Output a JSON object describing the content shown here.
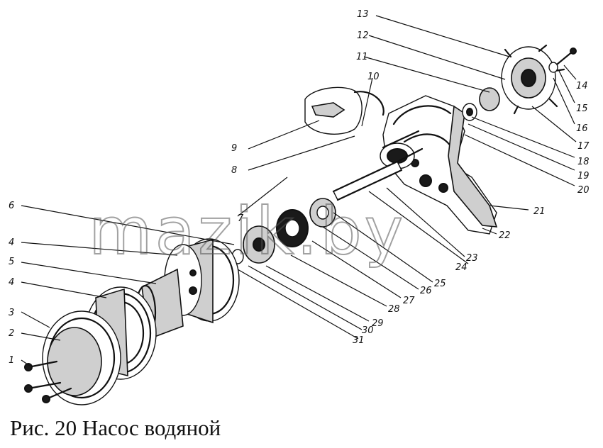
{
  "caption": "Рис. 20 Насос водяной",
  "watermark": "mazik.by",
  "callouts": [
    "1",
    "2",
    "3",
    "4",
    "5",
    "4",
    "6",
    "7",
    "8",
    "9",
    "10",
    "11",
    "12",
    "13",
    "14",
    "15",
    "16",
    "17",
    "18",
    "19",
    "20",
    "21",
    "22",
    "23",
    "24",
    "25",
    "26",
    "27",
    "28",
    "29",
    "30",
    "31"
  ]
}
